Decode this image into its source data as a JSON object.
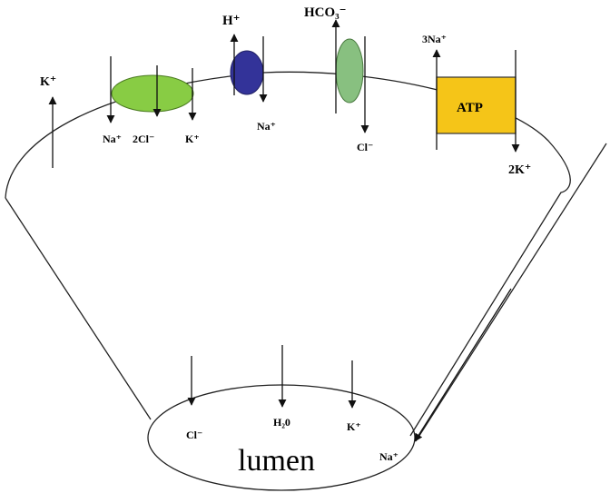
{
  "labels": {
    "k_left": "K⁺",
    "h_plus": "H⁺",
    "hco3": "HCO₃⁻",
    "three_na": "3Na⁺",
    "atp": "ATP",
    "nkcc_na": "Na⁺",
    "nkcc_cl": "2Cl⁻",
    "nkcc_k": "K⁺",
    "nhe_na": "Na⁺",
    "ae_cl": "Cl⁻",
    "two_k": "2K⁺",
    "lumen_cl": "Cl⁻",
    "lumen_h2o": "H₂0",
    "lumen_k": "K⁺",
    "lumen_na": "Na⁺",
    "lumen": "lumen"
  },
  "colors": {
    "nkcc": "#88cc44",
    "nhe": "#333399",
    "anion_exchanger": "#88c080",
    "atpase": "#f5c518",
    "line": "#222222"
  }
}
